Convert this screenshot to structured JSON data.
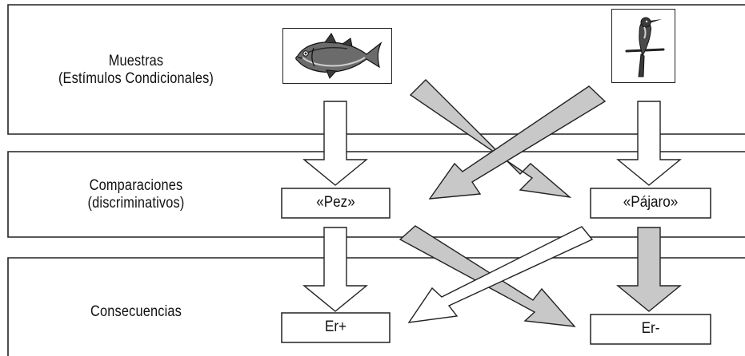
{
  "rows": {
    "samples": {
      "line1": "Muestras",
      "line2": "(Estímulos Condicionales)"
    },
    "comparisons": {
      "line1": "Comparaciones",
      "line2": "(discriminativos)"
    },
    "consequences": {
      "line1": "Consecuencias"
    }
  },
  "boxes": {
    "pez": "«Pez»",
    "pajaro": "«Pájaro»",
    "er_plus": "Er+",
    "er_minus": "Er-"
  },
  "images": {
    "fish": "fish-picture",
    "bird": "bird-picture"
  },
  "colors": {
    "white_arrow_fill": "#ffffff",
    "gray_arrow_fill": "#c8c8c8",
    "stroke": "#222222"
  }
}
